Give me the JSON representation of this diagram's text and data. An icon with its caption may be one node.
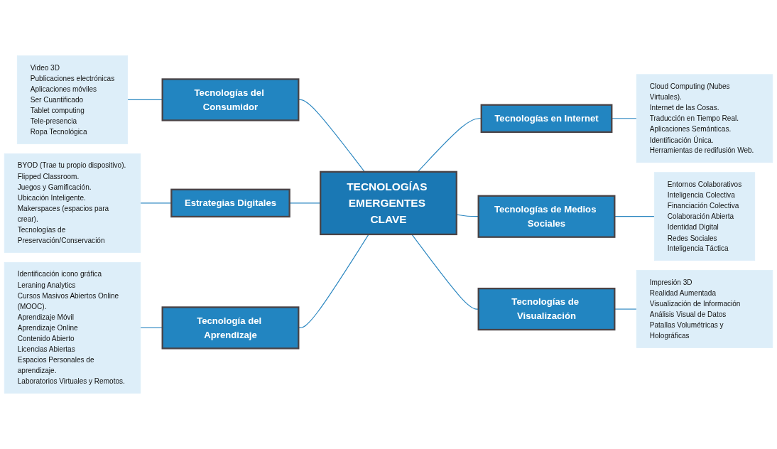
{
  "diagram": {
    "nodes": [
      {
        "text": [
          "TECNOLOGÍAS EMERGENTES CLAVE"
        ]
      },
      {
        "text": [
          "Tecnologías del Consumidor"
        ]
      },
      {
        "text": [
          "Video 3D",
          "Publicaciones electrónicas",
          "Aplicaciones móviles",
          "Ser Cuantificado",
          "Tablet computing",
          "Tele-presencia",
          "Ropa Tecnológica"
        ]
      },
      {
        "text": [
          "Tecnologías en Internet"
        ]
      },
      {
        "text": [
          "Cloud Computing (Nubes Virtuales).",
          "Internet de las Cosas.",
          "Traducción en Tiempo Real.",
          "Aplicaciones Semánticas.",
          "Identificación Única.",
          "Herramientas de redifusión Web."
        ]
      },
      {
        "text": [
          "Estrategias Digitales"
        ]
      },
      {
        "text": [
          "BYOD (Trae tu propio dispositivo).",
          "Flipped Classroom.",
          "Juegos y Gamificación.",
          "Ubicación Inteligente.",
          "Makerspaces (espacios para crear).",
          "Tecnologías de Preservación/Conservación"
        ]
      },
      {
        "text": [
          "Tecnologías de Medios Sociales"
        ]
      },
      {
        "text": [
          "Entornos Colaborativos",
          "Inteligencia Colectiva",
          "Financiación Colectiva",
          "Colaboración Abierta",
          "Identidad Digital",
          "Redes Sociales",
          "Inteligencia Táctica"
        ]
      },
      {
        "text": [
          "Tecnología del Aprendizaje"
        ]
      },
      {
        "text": [
          "Identificación icono gráfica",
          "Leraning Analytics",
          "Cursos Masivos Abiertos Online (MOOC).",
          "Aprendizaje Móvil",
          "Aprendizaje Online",
          "Contenido Abierto",
          "Licencias Abiertas",
          "Espacios Personales de aprendizaje.",
          "Laboratorios Virtuales y Remotos."
        ]
      },
      {
        "text": [
          "Tecnologías de Visualización"
        ]
      },
      {
        "text": [
          "Impresión 3D",
          "Realidad Aumentada",
          "Visualización de Información",
          "Análisis Visual de Datos",
          "Patallas Volumétricas y Holográficas"
        ]
      }
    ],
    "edges": [
      {
        "from": 2,
        "to": 1,
        "arrow": "none"
      },
      {
        "from": 1,
        "to": 0,
        "arrow": "none"
      },
      {
        "from": 0,
        "to": 3,
        "arrow": "none"
      },
      {
        "from": 3,
        "to": 4,
        "arrow": "none"
      },
      {
        "from": 6,
        "to": 5,
        "arrow": "none"
      },
      {
        "from": 5,
        "to": 0,
        "arrow": "none"
      },
      {
        "from": 0,
        "to": 7,
        "arrow": "none"
      },
      {
        "from": 7,
        "to": 8,
        "arrow": "none"
      },
      {
        "from": 10,
        "to": 9,
        "arrow": "none"
      },
      {
        "from": 9,
        "to": 0,
        "arrow": "none"
      },
      {
        "from": 0,
        "to": 11,
        "arrow": "none"
      },
      {
        "from": 11,
        "to": 12,
        "arrow": "none"
      }
    ]
  }
}
